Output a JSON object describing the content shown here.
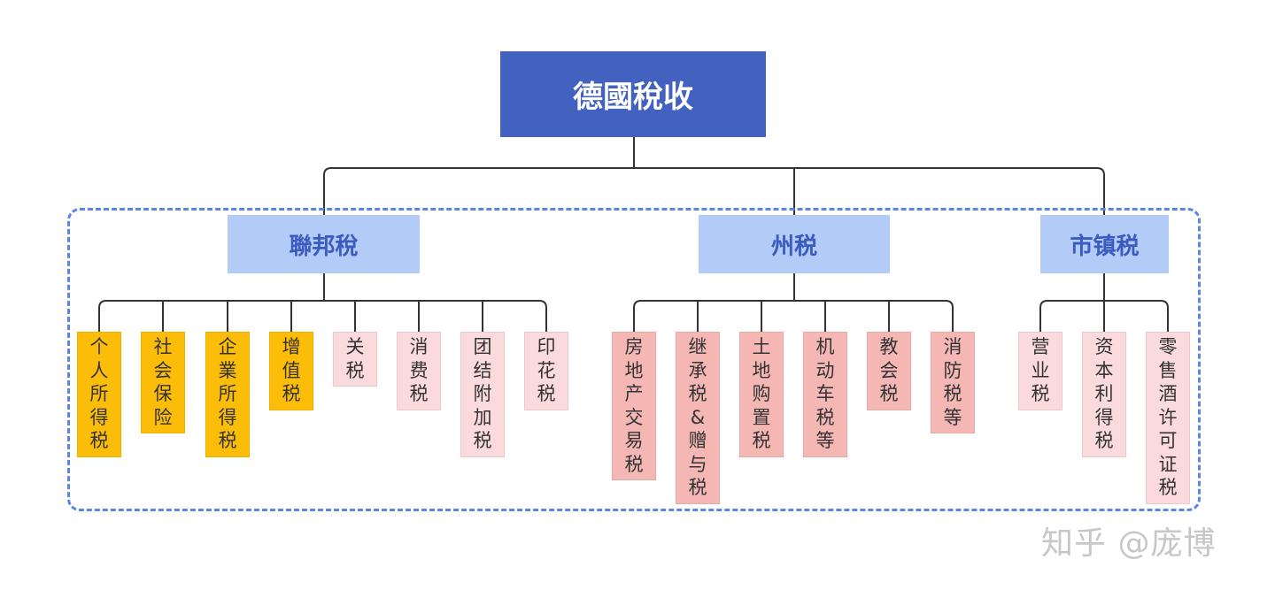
{
  "title": "德國稅收",
  "colors": {
    "root_fill": "#4361be",
    "category_fill": "#b3cbf7",
    "category_text": "#3b5bbf",
    "dashed_frame": "#5b86e5",
    "leaf_gold": "#fcbd08",
    "leaf_light_pink": "#fadadd",
    "leaf_salmon": "#f4b7b3",
    "connector": "#333333"
  },
  "categories": [
    {
      "label": "聯邦稅",
      "items": [
        {
          "label": "个人所得税",
          "color": "gold"
        },
        {
          "label": "社会保险",
          "color": "gold"
        },
        {
          "label": "企業所得税",
          "color": "gold"
        },
        {
          "label": "增值税",
          "color": "gold"
        },
        {
          "label": "关税",
          "color": "light-pink"
        },
        {
          "label": "消费税",
          "color": "light-pink"
        },
        {
          "label": "团结附加税",
          "color": "light-pink"
        },
        {
          "label": "印花税",
          "color": "light-pink"
        }
      ]
    },
    {
      "label": "州税",
      "items": [
        {
          "label": "房地产交易税",
          "color": "salmon"
        },
        {
          "label": "继承税&赠与税",
          "color": "salmon"
        },
        {
          "label": "土地购置税",
          "color": "salmon"
        },
        {
          "label": "机动车税等",
          "color": "salmon"
        },
        {
          "label": "教会税",
          "color": "salmon"
        },
        {
          "label": "消防税等",
          "color": "salmon"
        }
      ]
    },
    {
      "label": "市镇税",
      "items": [
        {
          "label": "营业税",
          "color": "light-pink"
        },
        {
          "label": "资本利得税",
          "color": "light-pink"
        },
        {
          "label": "零售酒许可证税",
          "color": "light-pink"
        }
      ]
    }
  ],
  "watermark": "知乎 @庞博"
}
